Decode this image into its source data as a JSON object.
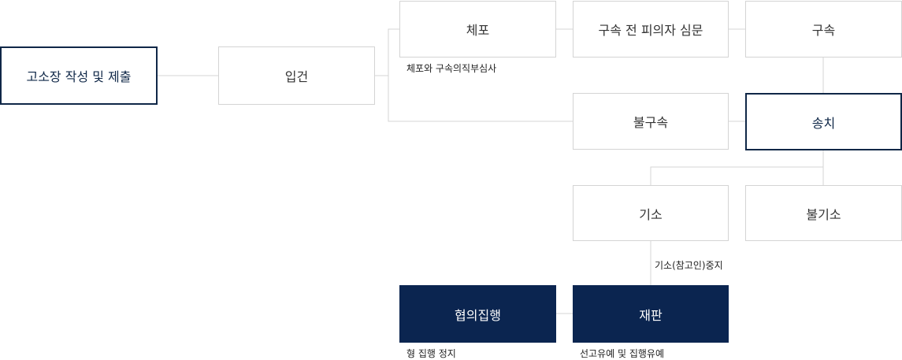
{
  "nodes": {
    "indictment_prep": "고소장 작성 및 제출",
    "case_filing": "입건",
    "arrest": "체포",
    "pre_detention_interrogation": "구속 전 피의자 심문",
    "detention": "구속",
    "no_detention": "불구속",
    "referral": "송치",
    "indictment": "기소",
    "non_indictment": "불기소",
    "plea_execution": "협의집행",
    "trial": "재판"
  },
  "notes": {
    "arrest_review": "체포와 구속의직부심사",
    "indictment_suspension": "기소(참고인)중지",
    "execution_stay": "형 집행 정지",
    "probation": "선고유예 및 집행유예"
  },
  "colors": {
    "dark_box": "#0b2550",
    "emphasis_border": "#0f2747",
    "light_border": "#d4d4d4",
    "connector": "#d4d4d4"
  }
}
